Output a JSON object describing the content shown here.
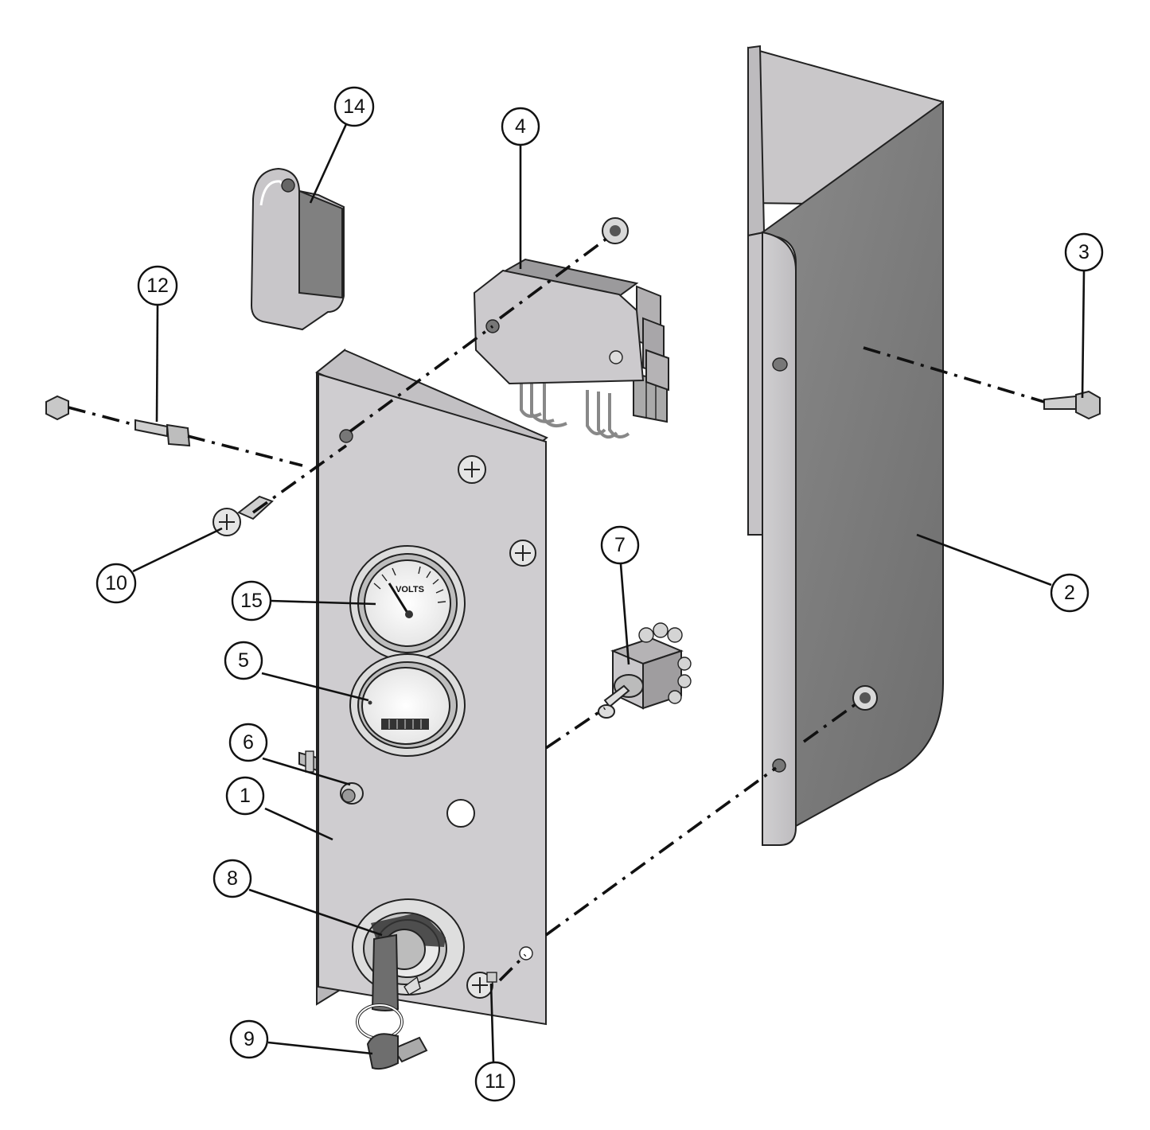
{
  "diagram": {
    "callouts": [
      {
        "id": "1",
        "label": "1"
      },
      {
        "id": "2",
        "label": "2"
      },
      {
        "id": "3",
        "label": "3"
      },
      {
        "id": "4",
        "label": "4"
      },
      {
        "id": "5",
        "label": "5"
      },
      {
        "id": "6",
        "label": "6"
      },
      {
        "id": "7",
        "label": "7"
      },
      {
        "id": "8",
        "label": "8"
      },
      {
        "id": "9",
        "label": "9"
      },
      {
        "id": "10",
        "label": "10"
      },
      {
        "id": "11",
        "label": "11"
      },
      {
        "id": "12",
        "label": "12"
      },
      {
        "id": "14",
        "label": "14"
      },
      {
        "id": "15",
        "label": "15"
      }
    ],
    "gauge_text": "VOLTS",
    "colors": {
      "panel_light": "#cbc9cb",
      "panel_mid": "#b3b1b3",
      "panel_dark": "#7a7a7a",
      "outline": "#222222",
      "callout_stroke": "#111111"
    }
  }
}
